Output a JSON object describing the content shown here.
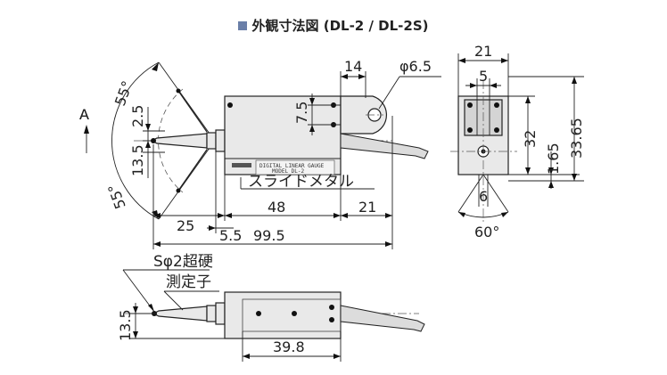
{
  "title": "外観寸法図 (DL-2 / DL-2S)",
  "view_label": "A",
  "front_view": {
    "angle_top": "55°",
    "angle_bottom": "55°",
    "dim_2_5": "2.5",
    "dim_13_5": "13.5",
    "dim_7_5": "7.5",
    "dim_14": "14",
    "dim_phi_6_5": "φ6.5",
    "dim_25": "25",
    "dim_48": "48",
    "dim_21": "21",
    "dim_5_5": "5.5",
    "dim_99_5": "99.5",
    "slide_metal": "スライドメタル",
    "body_label_line1": "DIGITAL LINEAR GAUGE",
    "body_label_line2": "MODEL DL-2"
  },
  "side_view": {
    "dim_21": "21",
    "dim_5": "5",
    "dim_32": "32",
    "dim_1_65": "1.65",
    "dim_33_65": "33.65",
    "dim_6": "6",
    "angle_60": "60°"
  },
  "bottom_view": {
    "tip_label": "Sφ2超硬",
    "stylus_label": "測定子",
    "dim_13_5": "13.5",
    "dim_39_8": "39.8"
  }
}
